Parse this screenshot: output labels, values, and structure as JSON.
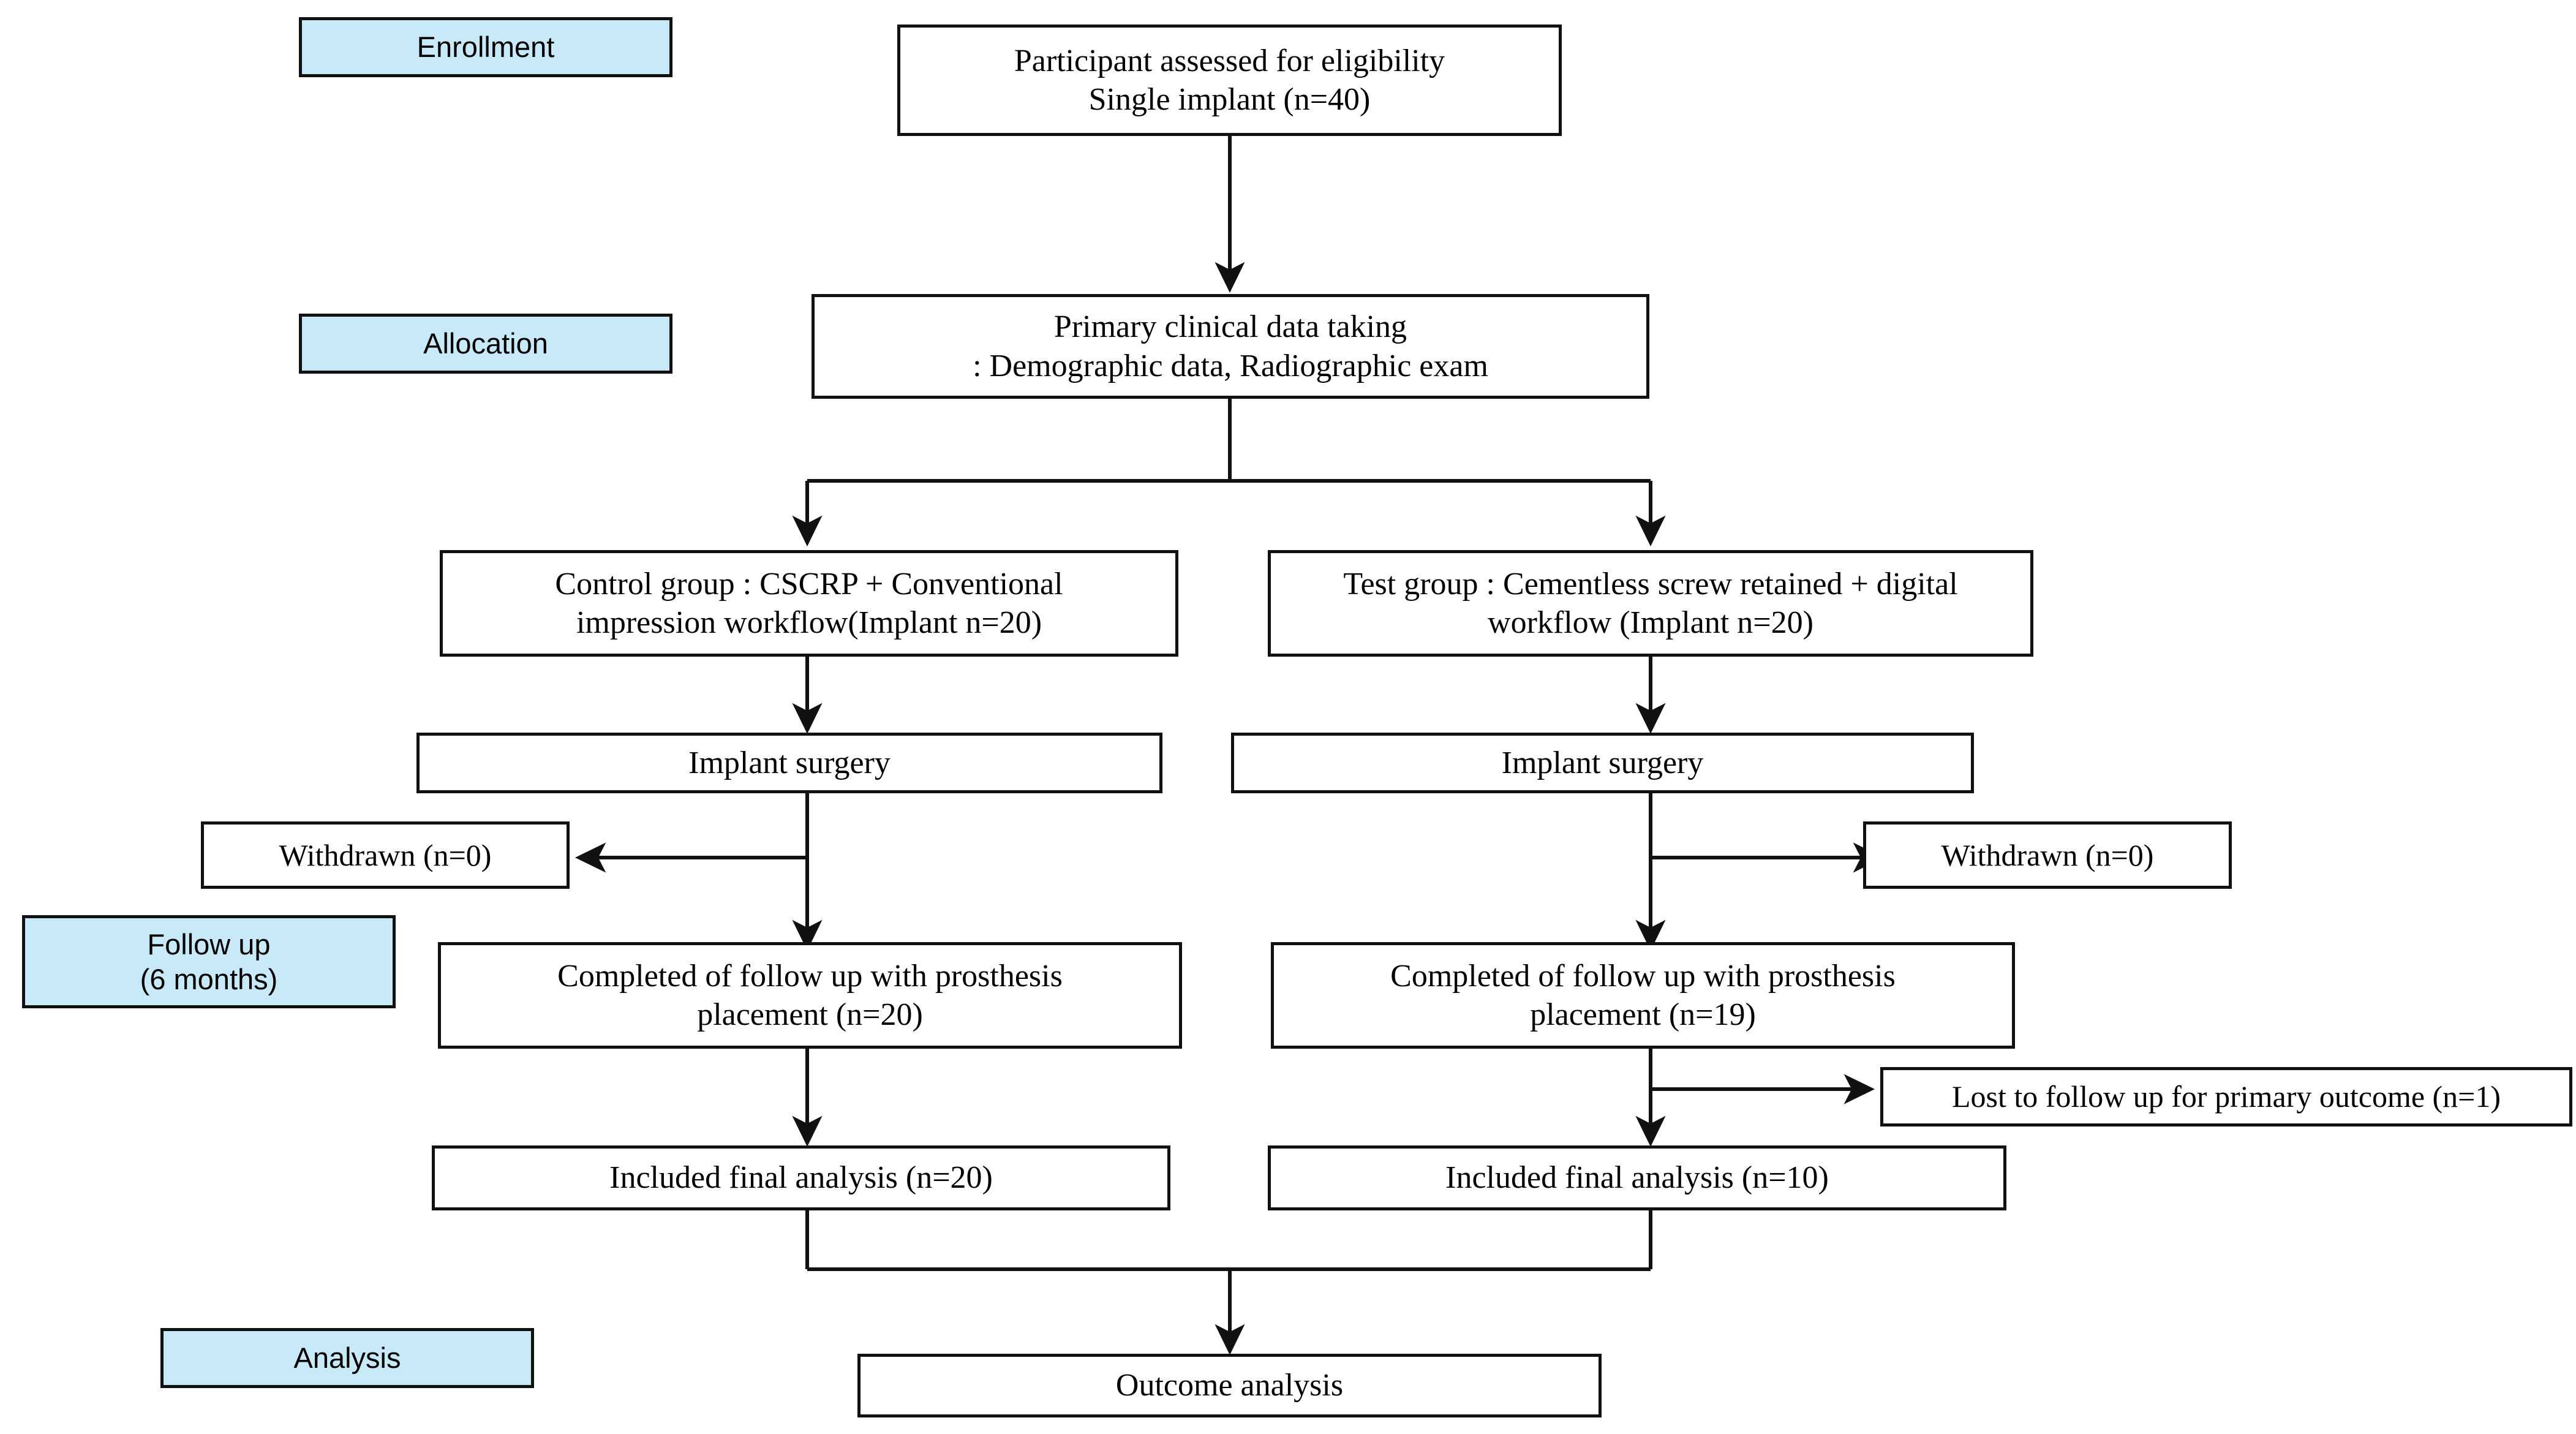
{
  "diagram": {
    "type": "consort-flow-diagram",
    "title": "CONSORT participant flow diagram",
    "accent_blue": "#c8e9f8",
    "line_color": "#111111",
    "background": "#ffffff"
  },
  "stage_labels": [
    {
      "id": "enrollment",
      "lines": [
        "Enrollment"
      ]
    },
    {
      "id": "allocation",
      "lines": [
        "Allocation"
      ]
    },
    {
      "id": "followup",
      "lines": [
        "Follow up",
        "(6 months)"
      ]
    },
    {
      "id": "analysis",
      "lines": [
        "Analysis"
      ]
    }
  ],
  "nodes": {
    "eligibility": {
      "lines": [
        "Participant assessed for eligibility",
        "Single implant (n=40)"
      ]
    },
    "primary_data": {
      "lines": [
        "Primary clinical data taking",
        ": Demographic data, Radiographic exam"
      ]
    },
    "control_group": {
      "lines": [
        "Control group : CSCRP + Conventional",
        "impression workflow(Implant n=20)"
      ]
    },
    "test_group": {
      "lines": [
        "Test group : Cementless screw retained + digital",
        "workflow (Implant n=20)"
      ]
    },
    "surgery_left": {
      "lines": [
        "Implant surgery"
      ]
    },
    "surgery_right": {
      "lines": [
        "Implant surgery"
      ]
    },
    "withdrawn_left": {
      "lines": [
        "Withdrawn (n=0)"
      ]
    },
    "withdrawn_right": {
      "lines": [
        "Withdrawn (n=0)"
      ]
    },
    "completed_left": {
      "lines": [
        "Completed of follow up with prosthesis",
        "placement (n=20)"
      ]
    },
    "completed_right": {
      "lines": [
        "Completed of follow up with prosthesis",
        "placement (n=19)"
      ]
    },
    "lost_followup": {
      "lines": [
        "Lost to follow up for primary outcome (n=1)"
      ]
    },
    "final_left": {
      "lines": [
        "Included final analysis (n=20)"
      ]
    },
    "final_right": {
      "lines": [
        "Included final analysis (n=10)"
      ]
    },
    "outcome": {
      "lines": [
        "Outcome analysis"
      ]
    }
  },
  "counts": {
    "assessed_total": 40,
    "control_implants": 20,
    "test_implants": 20,
    "withdrawn_control": 0,
    "withdrawn_test": 0,
    "completed_control": 20,
    "completed_test": 19,
    "lost_to_followup_test": 1,
    "analysed_control": 20,
    "analysed_test": 10,
    "followup_months": 6
  }
}
